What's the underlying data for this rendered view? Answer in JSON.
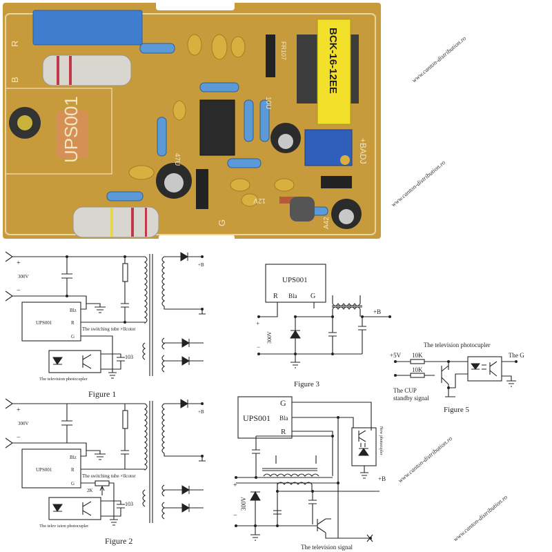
{
  "pcb": {
    "module_label": "UPS001",
    "pin_labels": [
      "B",
      "R",
      "G"
    ],
    "transformer_label": "BCK-16-12EE",
    "silkscreen": [
      "47U",
      "10U",
      "12V",
      "+BADJ",
      "FR107",
      "A42"
    ],
    "colors": {
      "board": "#c79a3c",
      "silkscreen": "#f4e6c0"
    }
  },
  "figure1": {
    "caption": "Figure 1",
    "input_voltage": "300V",
    "plus": "+",
    "minus": "−",
    "ic_name": "UPS001",
    "pins": [
      "Blz",
      "R",
      "G"
    ],
    "collector_label": "The switching tube ×llcotor",
    "output": "+B",
    "cap_value": "103",
    "photocoupler_label": "The television photocupler"
  },
  "figure2": {
    "caption": "Figure 2",
    "input_voltage": "300V",
    "plus": "+",
    "minus": "−",
    "ic_name": "UPS001",
    "pins": [
      "Blz",
      "R",
      "G"
    ],
    "collector_label": "The switching tube ×llcotor",
    "output": "+B",
    "pot_value": "2K",
    "cap_value": "103",
    "photocoupler_label": "The telev ision photocupler"
  },
  "figure3": {
    "caption": "Figure 3",
    "ic_name": "UPS001",
    "pins": [
      "R",
      "Bla",
      "G"
    ],
    "input_voltage": "300V",
    "plus": "+",
    "minus": "−",
    "output": "+B"
  },
  "figure4": {
    "ic_name": "UPS001",
    "pins": [
      "G",
      "Bla",
      "R"
    ],
    "input_voltage": "300V",
    "plus": "+",
    "minus": "−",
    "output": "+B",
    "photocoupler_label": "New photocupler",
    "signal_label": "The television signal"
  },
  "figure5": {
    "caption": "Figure 5",
    "title": "The television photocupler",
    "supply": "+5V",
    "resistors": [
      "10K",
      "10K"
    ],
    "output": "The G",
    "input_label_1": "The CUP",
    "input_label_2": "standby signal"
  },
  "watermark": "www.canton-distribution.ro"
}
